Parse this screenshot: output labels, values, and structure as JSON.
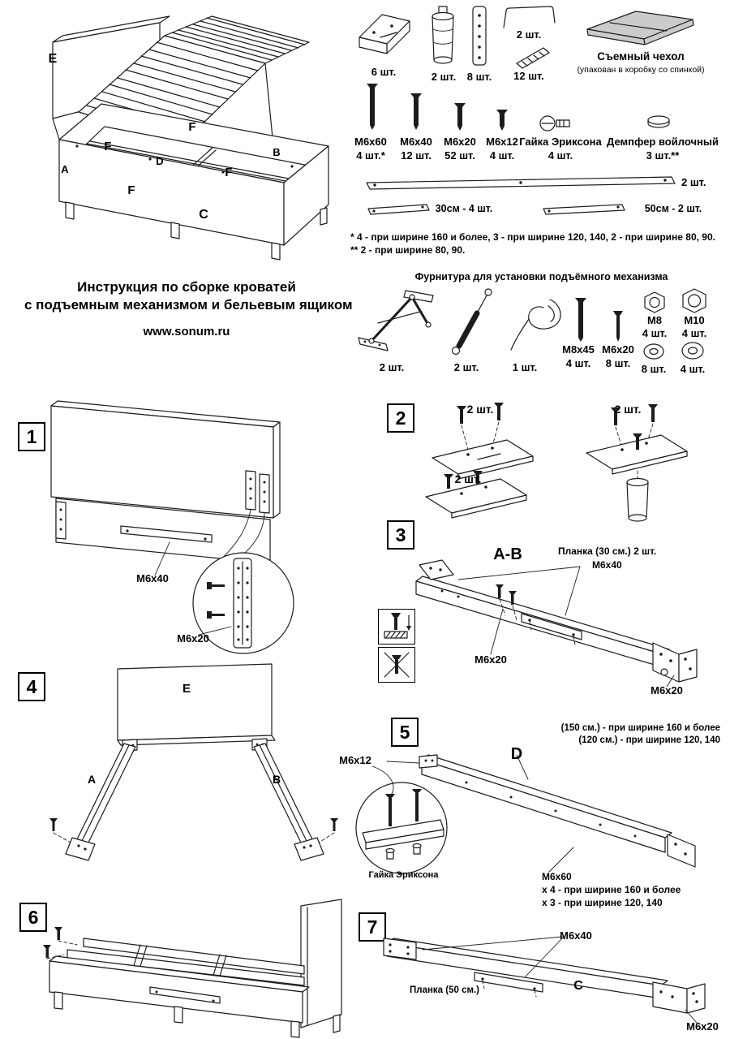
{
  "header": {
    "title1": "Инструкция по сборке кроватей",
    "title2": "с подъемным механизмом и бельевым ящиком",
    "site": "www.sonum.ru"
  },
  "overview": {
    "e": "E",
    "f1": "F",
    "f2": "F",
    "f3": "F",
    "f4": "F",
    "a": "А",
    "b": "В",
    "d": "D",
    "c": "C"
  },
  "parts": {
    "bracket_qty": "6 шт.",
    "leg_qty": "2 шт.",
    "plate_qty": "8 шт.",
    "wire_qty": "2 шт.",
    "wedge_qty": "12 шт.",
    "cover_title": "Съемный чехол",
    "cover_note": "(упакован в коробку со спинкой)",
    "bolt60_name": "М6х60",
    "bolt60_qty": "4 шт.*",
    "bolt40_name": "М6х40",
    "bolt40_qty": "12 шт.",
    "bolt20_name": "М6х20",
    "bolt20_qty": "52 шт.",
    "bolt12_name": "М6х12",
    "bolt12_qty": "4 шт.",
    "nut_name": "Гайка Эриксона",
    "nut_qty": "4 шт.",
    "damper_name": "Демпфер войлочный",
    "damper_qty": "3 шт.**",
    "longbar_qty": "2 шт.",
    "bar30": "30см - 4 шт.",
    "bar50": "50см - 2 шт.",
    "note1": "* 4 - при ширине 160 и более, 3 - при ширине 120, 140, 2 - при ширине 80, 90.",
    "note2": "** 2 - при ширине 80, 90."
  },
  "lift": {
    "title": "Фурнитура для установки подъёмного механизма",
    "mech_qty": "2 шт.",
    "strut_qty": "2 шт.",
    "strap_qty": "1 шт.",
    "m845_name": "М8х45",
    "m845_qty": "4 шт.",
    "m620_name": "М6х20",
    "m620_qty": "8 шт.",
    "m8_name": "М8",
    "m8_qty": "4 шт.",
    "m10_name": "М10",
    "m10_qty": "4 шт.",
    "washer8_qty": "8 шт.",
    "washer4_qty": "4 шт."
  },
  "step1": {
    "num": "1",
    "m640": "М6х40",
    "m620": "М6х20"
  },
  "step2": {
    "num": "2",
    "qty_top_left": "2 шт.",
    "qty_bottom_left": "2 шт.",
    "qty_right": "2 шт."
  },
  "step3": {
    "num": "3",
    "title": "А-В",
    "plank": "Планка (30 см.)  2 шт.",
    "m640": "М6х40",
    "m620_left": "М6х20",
    "m620_right": "М6х20"
  },
  "step4": {
    "num": "4",
    "e": "E",
    "a": "А",
    "b": "В"
  },
  "step5": {
    "num": "5",
    "note150": "(150 см.) - при ширине 160 и более",
    "note120": "(120 см.) - при ширине 120, 140",
    "d": "D",
    "m612": "М6х12",
    "nut": "Гайка Эриксона",
    "m660": "М6х60",
    "m660_note1": "х 4 - при ширине 160 и более",
    "m660_note2": "х 3 - при ширине 120, 140"
  },
  "step6": {
    "num": "6"
  },
  "step7": {
    "num": "7",
    "m640": "М6х40",
    "plank": "Планка (50 см.)",
    "c": "C",
    "m620": "М6х20"
  }
}
